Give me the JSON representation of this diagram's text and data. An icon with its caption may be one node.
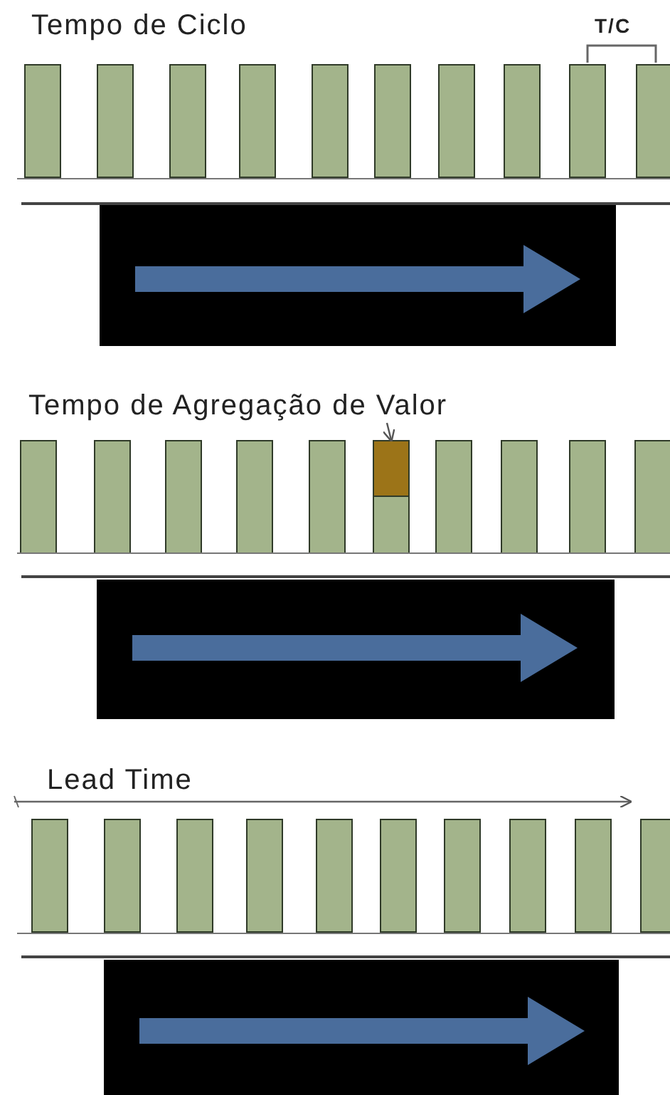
{
  "diagram": {
    "nodes": [
      {
        "text": [
          "Tempo de Agregação de Valor"
        ]
      },
      {
        "text": [],
        "shape": "bar"
      }
    ],
    "edges": [
      {
        "from": 0,
        "to": 1,
        "arrow": "to"
      }
    ],
    "labels": [
      "Tempo de Ciclo",
      "T/C",
      "Lead Time"
    ]
  }
}
